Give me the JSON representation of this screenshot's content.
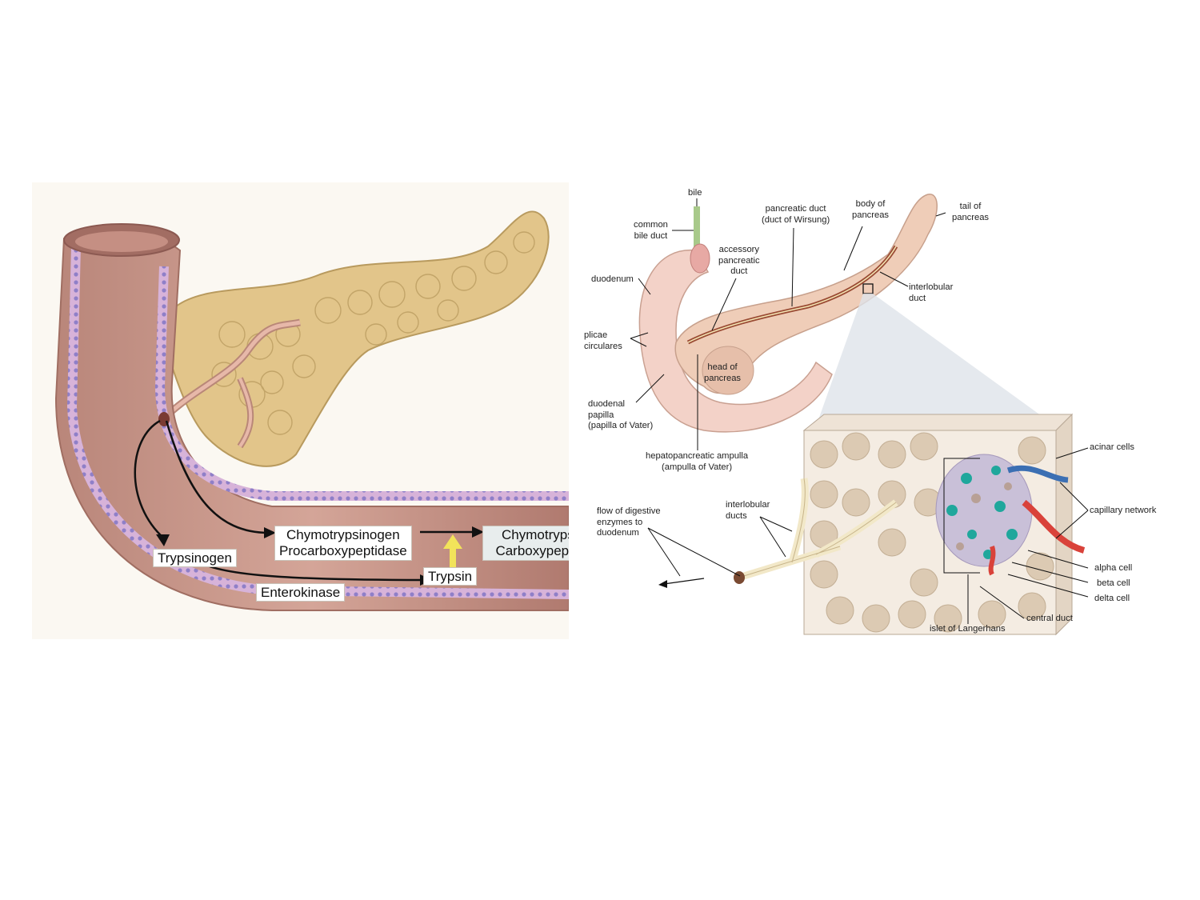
{
  "left_diagram": {
    "labels": {
      "trypsinogen": "Trypsinogen",
      "chymotrypsinogen": "Chymotrypsinogen",
      "procarboxypeptidase": "Procarboxypeptidase",
      "chymotrypsin": "Chymotrypsin",
      "carboxypeptidase": "Carboxypeptida",
      "trypsin": "Trypsin",
      "enterokinase": "Enterokinase"
    },
    "colors": {
      "intestine": "#c99585",
      "pancreas": "#e2c58a",
      "arrow_yellow": "#f2e35a"
    }
  },
  "right_diagram": {
    "labels": {
      "bile": "bile",
      "common_bile_duct": [
        "common",
        "bile duct"
      ],
      "pancreatic_duct": [
        "pancreatic duct",
        "(duct of Wirsung)"
      ],
      "body_of_pancreas": [
        "body of",
        "pancreas"
      ],
      "tail_of_pancreas": [
        "tail of",
        "pancreas"
      ],
      "accessory_duct": [
        "accessory",
        "pancreatic",
        "duct"
      ],
      "duodenum": "duodenum",
      "interlobular_duct": [
        "interlobular",
        "duct"
      ],
      "plicae_circulares": [
        "plicae",
        "circulares"
      ],
      "head_of_pancreas": [
        "head of",
        "pancreas"
      ],
      "duodenal_papilla": [
        "duodenal",
        "papilla",
        "(papilla of Vater)"
      ],
      "ampulla": [
        "hepatopancreatic ampulla",
        "(ampulla of Vater)"
      ],
      "acinar_cells": "acinar cells",
      "capillary_network": "capillary network",
      "flow_of_enzymes": [
        "flow of digestive",
        "enzymes to",
        "duodenum"
      ],
      "interlobular_ducts": [
        "interlobular",
        "ducts"
      ],
      "alpha_cell": "alpha cell",
      "beta_cell": "beta cell",
      "delta_cell": "delta cell",
      "central_duct": "central duct",
      "islet_of_langerhans": "islet of Langerhans"
    },
    "colors": {
      "pancreas": "#efcdb8",
      "islet": "#c9c0d8",
      "alpha": "#1fa79c",
      "artery": "#d9423a",
      "vein": "#3b6fb3"
    }
  }
}
